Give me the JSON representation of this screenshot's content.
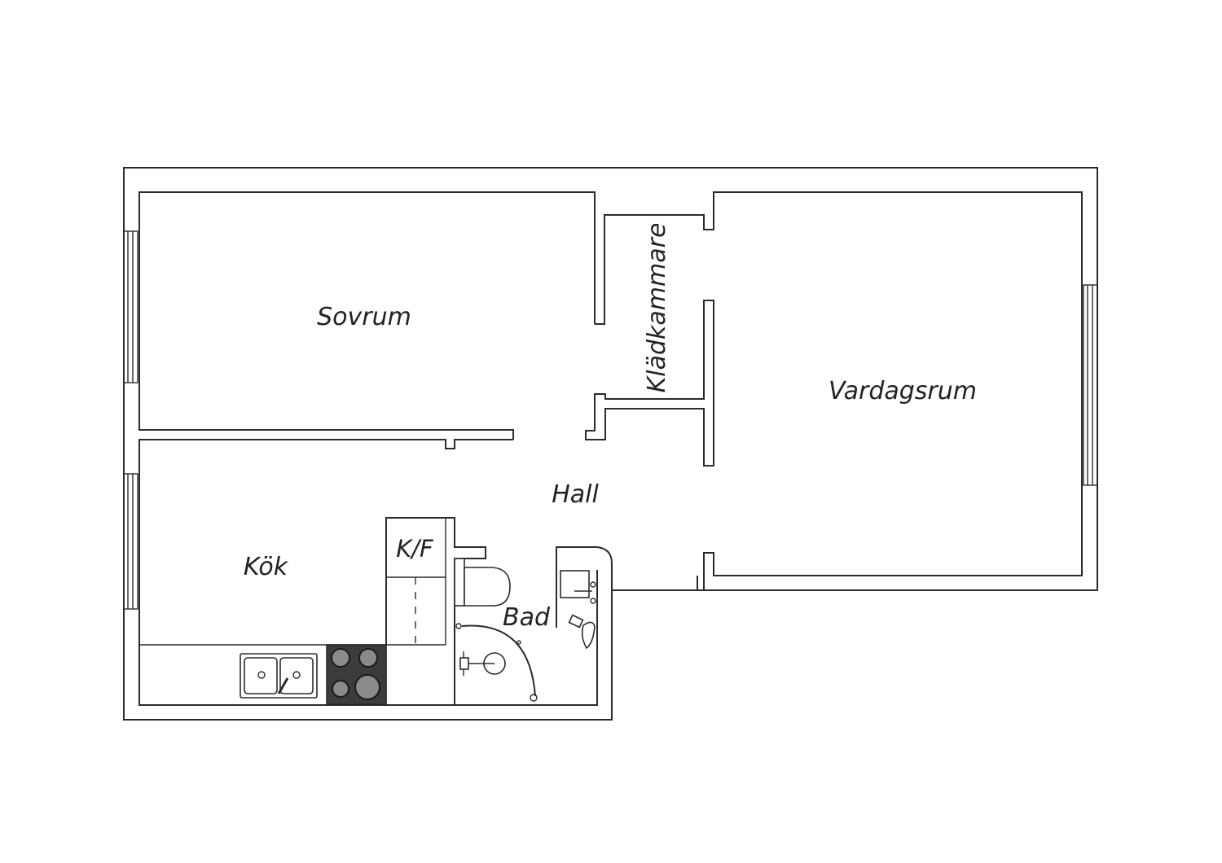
{
  "plan": {
    "rooms": {
      "sovrum": "Sovrum",
      "kladkammare": "Klädkammare",
      "vardagsrum": "Vardagsrum",
      "hall": "Hall",
      "kok": "Kök",
      "kf": "K/F",
      "bad": "Bad"
    },
    "colors": {
      "wall": "#2b2b2b",
      "stove": "#3c3c3c",
      "burner": "#8a8a8a",
      "background": "#ffffff"
    },
    "icons": [
      "window-icon",
      "sink-icon",
      "stove-icon",
      "toilet-icon",
      "shower-icon",
      "washbasin-icon"
    ]
  }
}
